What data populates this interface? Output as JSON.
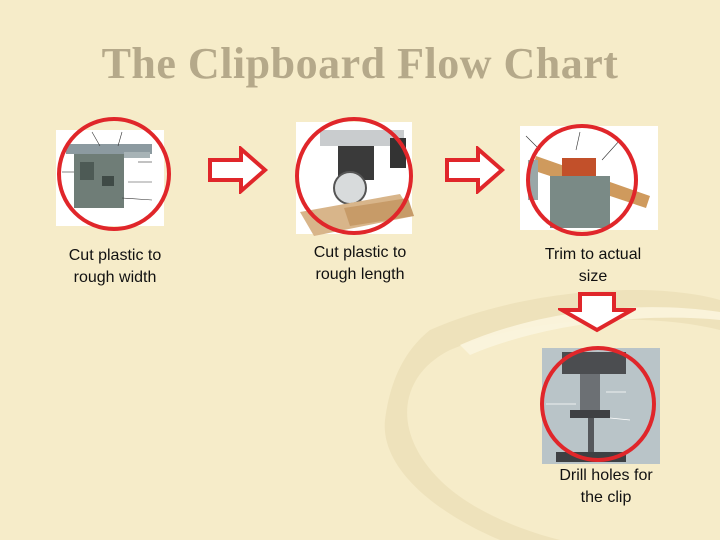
{
  "title": "The Clipboard Flow Chart",
  "steps": [
    {
      "machine": "table-saw",
      "label_line1": "Cut plastic to",
      "label_line2": "rough width"
    },
    {
      "machine": "radial-arm-saw",
      "label_line1": "Cut plastic to",
      "label_line2": "rough length"
    },
    {
      "machine": "jointer",
      "label_line1": "Trim to actual",
      "label_line2": "size"
    },
    {
      "machine": "drill-press",
      "label_line1": "Drill holes for",
      "label_line2": "the clip"
    }
  ],
  "colors": {
    "background": "#f6ecc9",
    "title": "#b5a98a",
    "circle": "#e0262a",
    "arrow_outline": "#e0262a",
    "arrow_fill": "#ffffff",
    "caption": "#111111"
  }
}
